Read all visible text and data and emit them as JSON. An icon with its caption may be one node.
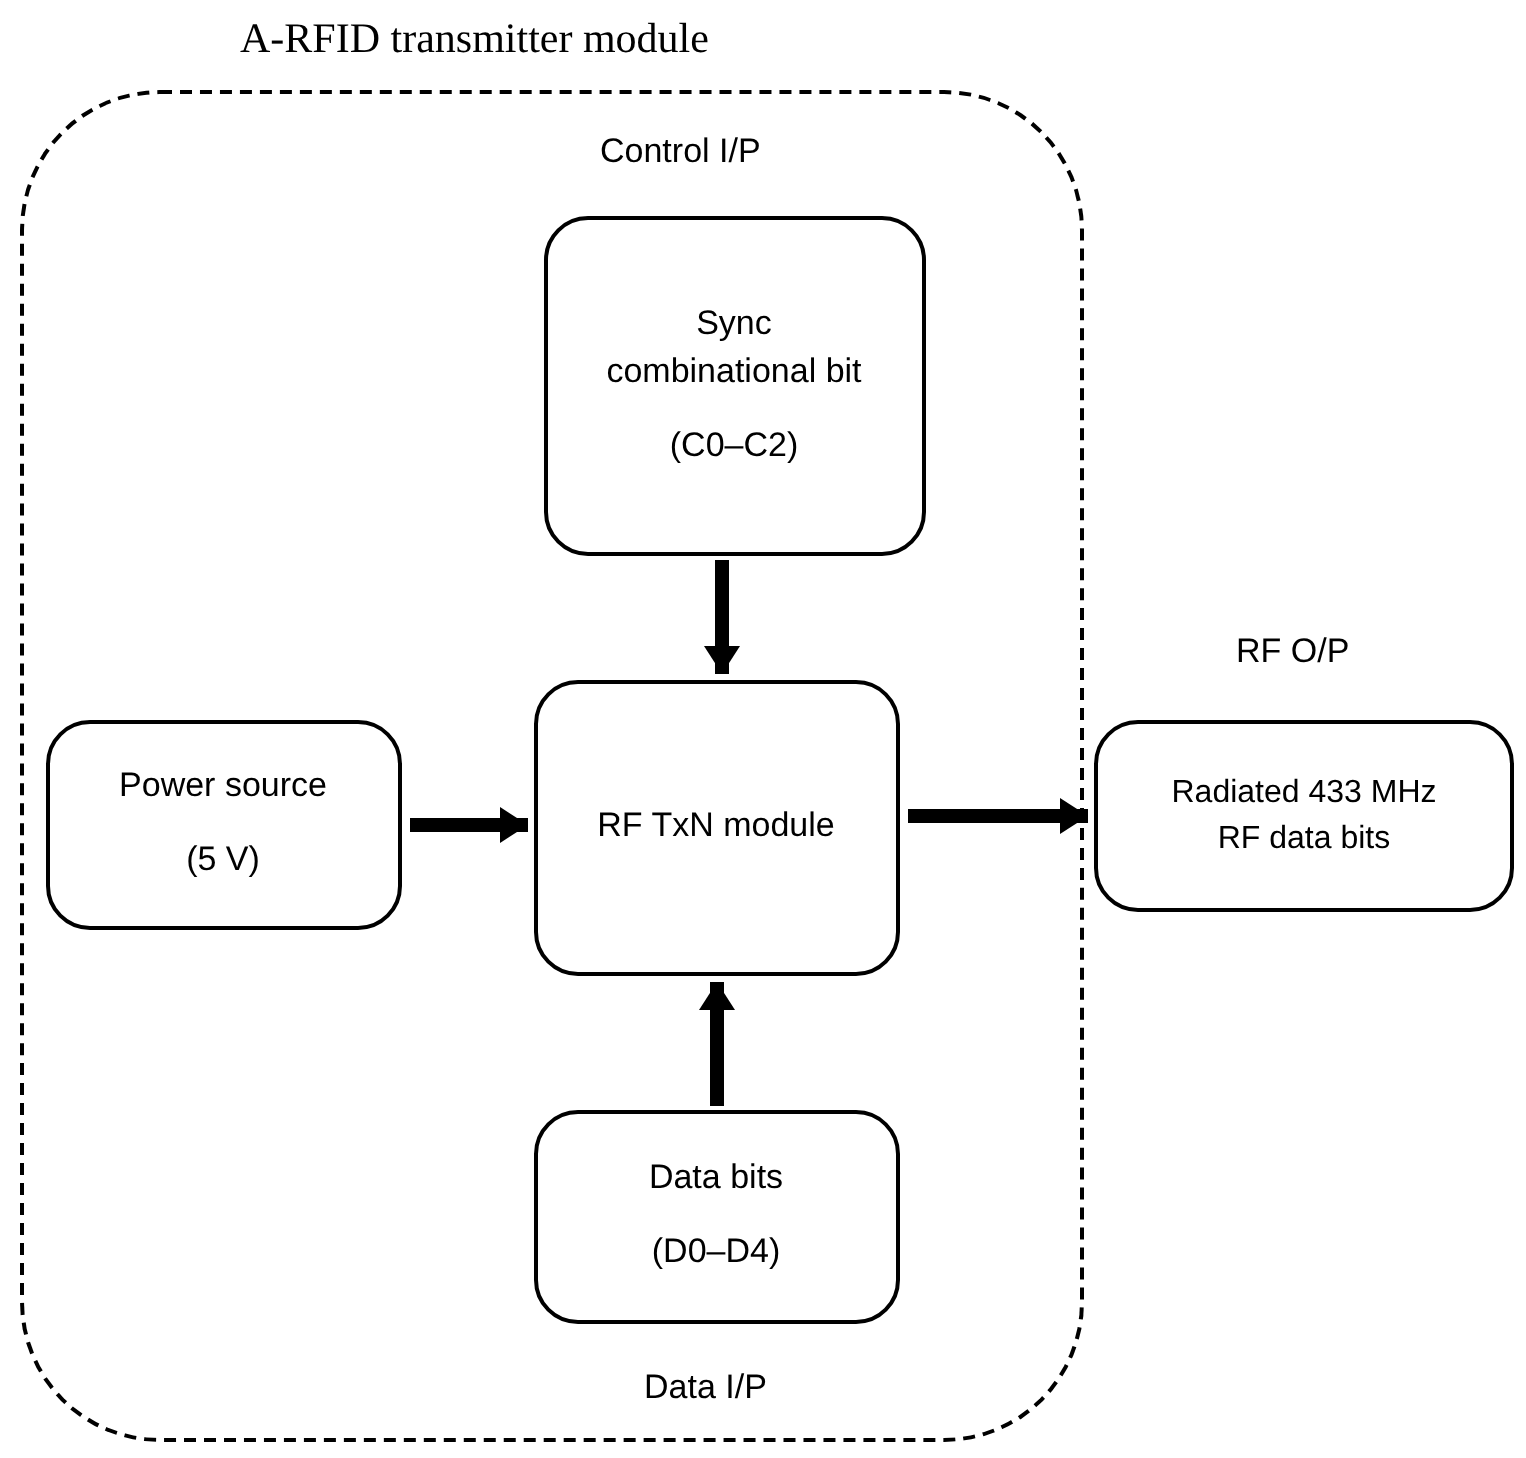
{
  "diagram": {
    "nodes": [
      {
        "text": [
          "A-RFID transmitter module"
        ]
      },
      {
        "text": [
          "Sync combinational bit",
          "(C0–C2)"
        ],
        "in": 0
      },
      {
        "text": [
          "Power source",
          "(5 V)"
        ],
        "in": 0
      },
      {
        "text": [
          "RF TxN module"
        ],
        "in": 0
      },
      {
        "text": [
          "Radiated 433 MHz RF data bits"
        ]
      },
      {
        "text": [
          "Data bits",
          "(D0–D4)"
        ],
        "in": 0
      }
    ],
    "edges": [
      {
        "from": 1,
        "to": 3,
        "arrow": "to"
      },
      {
        "from": 2,
        "to": 3,
        "arrow": "to"
      },
      {
        "from": 3,
        "to": 4,
        "arrow": "to"
      },
      {
        "from": 5,
        "to": 3,
        "arrow": "to"
      }
    ],
    "labels": [
      "Control I/P",
      "RF O/P",
      "Data I/P"
    ]
  }
}
